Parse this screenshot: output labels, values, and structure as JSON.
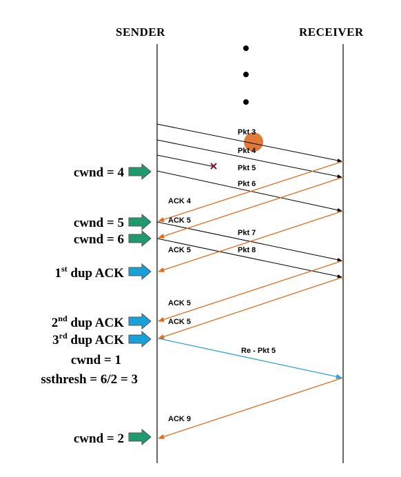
{
  "headers": {
    "sender": "SENDER",
    "receiver": "RECEIVER"
  },
  "colors": {
    "data_line": "#000000",
    "ack_line": "#e06b1c",
    "retransmit_line": "#2aa4d8",
    "green_arrow": "#1e9a6e",
    "blue_arrow": "#1aa0d8",
    "loss_marker": "#7a1a2a",
    "lost_packet_dot": "#e07a3a"
  },
  "packets": [
    {
      "label": "Pkt 3"
    },
    {
      "label": "Pkt 4"
    },
    {
      "label": "Pkt 5"
    },
    {
      "label": "Pkt 6"
    },
    {
      "label": "Pkt 7"
    },
    {
      "label": "Pkt 8"
    }
  ],
  "acks": [
    {
      "label": "ACK 4"
    },
    {
      "label": "ACK 5"
    },
    {
      "label": "ACK 5"
    },
    {
      "label": "ACK 5"
    },
    {
      "label": "ACK 5"
    },
    {
      "label": "ACK 9"
    }
  ],
  "retransmission": {
    "label": "Re - Pkt 5"
  },
  "events": [
    {
      "text": "cwnd = 4",
      "arrow": "green"
    },
    {
      "text": "cwnd = 5",
      "arrow": "green"
    },
    {
      "text": "cwnd = 6",
      "arrow": "green"
    },
    {
      "pre": "1",
      "sup": "st",
      "post": " dup ACK",
      "arrow": "blue"
    },
    {
      "pre": "2",
      "sup": "nd",
      "post": " dup ACK",
      "arrow": "blue"
    },
    {
      "pre": "3",
      "sup": "rd",
      "post": " dup ACK",
      "arrow": "blue"
    },
    {
      "text": "cwnd = 1"
    },
    {
      "text": "ssthresh = 6/2 = 3"
    },
    {
      "text": "cwnd = 2",
      "arrow": "green"
    }
  ],
  "ellipsis": "•••"
}
